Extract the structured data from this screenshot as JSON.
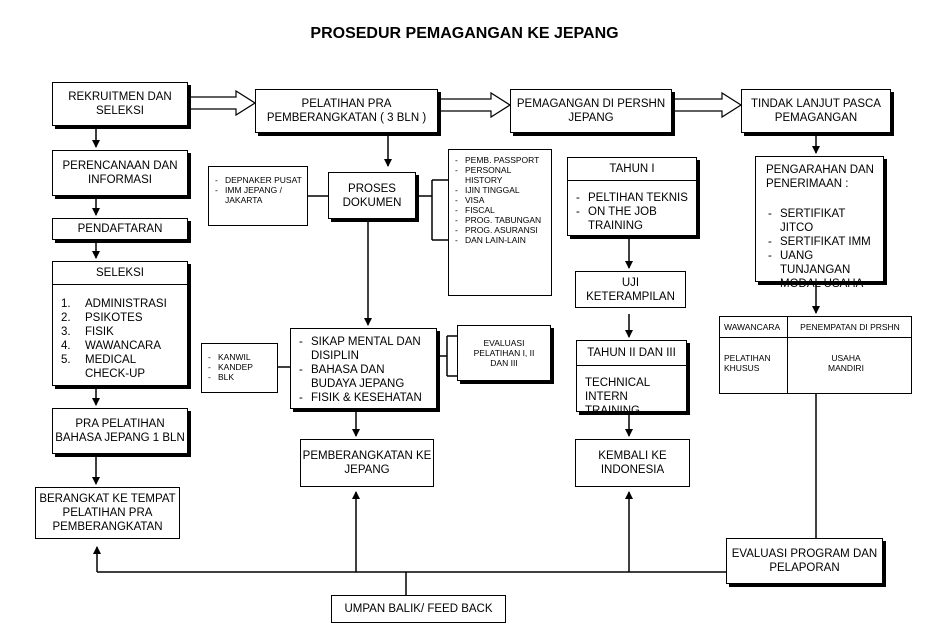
{
  "title": "PROSEDUR PEMAGANGAN KE JEPANG",
  "col1": {
    "rekrutmen": "REKRUITMEN DAN SELEKSI",
    "perencanaan": "PERENCANAAN DAN INFORMASI",
    "pendaftaran": "PENDAFTARAN",
    "seleksi_title": "SELEKSI",
    "seleksi_items": [
      {
        "n": "1.",
        "t": "ADMINISTRASI"
      },
      {
        "n": "2.",
        "t": "PSIKOTES"
      },
      {
        "n": "3.",
        "t": "FISIK"
      },
      {
        "n": "4.",
        "t": "WAWANCARA"
      },
      {
        "n": "5.",
        "t": "MEDICAL CHECK-UP"
      }
    ],
    "pra_pelatihan": "PRA PELATIHAN BAHASA JEPANG 1 BLN",
    "berangkat": "BERANGKAT KE TEMPAT PELATIHAN PRA PEMBERANGKATAN"
  },
  "col2": {
    "pelatihan_pra": "PELATIHAN PRA PEMBERANGKATAN ( 3 BLN )",
    "depnaker": [
      "DEPNAKER PUSAT",
      "IMM JEPANG / JAKARTA"
    ],
    "proses_dokumen": "PROSES DOKUMEN",
    "dokumen_list": [
      "PEMB. PASSPORT",
      "PERSONAL HISTORY",
      "IJIN TINGGAL",
      "VISA",
      "FISCAL",
      "PROG. TABUNGAN",
      "PROG. ASURANSI",
      "DAN LAIN-LAIN"
    ],
    "kanwil": [
      "KANWIL",
      "KANDEP",
      "BLK"
    ],
    "sikap_list": [
      "SIKAP MENTAL DAN DISIPLIN",
      "BAHASA DAN BUDAYA JEPANG",
      "FISIK & KESEHATAN"
    ],
    "evaluasi_pelatihan": "EVALUASI PELATIHAN I, II DAN III",
    "pemberangkatan": "PEMBERANGKATAN KE JEPANG"
  },
  "col3": {
    "pemagangan": "PEMAGANGAN DI PERSHN JEPANG",
    "tahun1_title": "TAHUN I",
    "tahun1_items": [
      "PELTIHAN TEKNIS",
      "ON THE JOB TRAINING"
    ],
    "uji": "UJI KETERAMPILAN",
    "tahun2_title": "TAHUN II DAN III",
    "tahun2_body": "TECHNICAL INTERN TRAINING",
    "kembali": "KEMBALI KE INDONESIA"
  },
  "col4": {
    "tindak_lanjut": "TINDAK LANJUT PASCA PEMAGANGAN",
    "pengarahan_title": "PENGARAHAN DAN PENERIMAAN :",
    "pengarahan_items": [
      "SERTIFIKAT JITCO",
      "SERTIFIKAT IMM",
      "UANG TUNJANGAN MODAL USAHA"
    ],
    "table": {
      "head_left": "WAWANCARA",
      "head_right": "PENEMPATAN DI PRSHN",
      "cell_left": "PELATIHAN KHUSUS",
      "cell_right": "USAHA MANDIRI"
    },
    "evaluasi_program": "EVALUASI PROGRAM DAN PELAPORAN"
  },
  "footer": {
    "umpan_balik": "UMPAN BALIK/ FEED BACK"
  }
}
